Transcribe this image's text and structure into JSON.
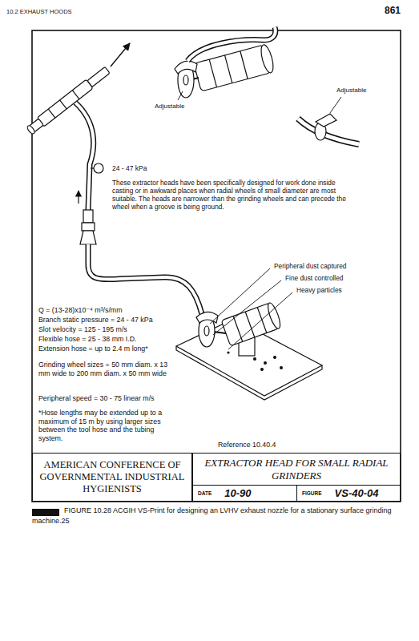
{
  "diagram": {
    "caption": "FIGURE 10.28 ACGIH VS-Print for designing an LVHV exhaust nozzle for a stationary surface grinding machine.25",
    "nodes": [
      {
        "text": [
          "AMERICAN CONFERENCE OF GOVERNMENTAL INDUSTRIAL HYGIENISTS"
        ]
      },
      {
        "text": [
          "EXTRACTOR HEAD FOR SMALL RADIAL GRINDERS"
        ]
      },
      {
        "text": [
          "DATE",
          "10-90"
        ]
      },
      {
        "text": [
          "FIGURE",
          "VS-40-04"
        ]
      }
    ],
    "labels": [
      "10.2 EXHAUST HOODS",
      "861",
      "Adjustable",
      "Adjustable",
      "24 - 47 kPa",
      "These extractor heads have been specifically designed for work done inside casting or in awkward places when radial wheels of small diameter are most suitable. The heads are narrower than the grinding wheels and can precede the wheel when a groove is being ground.",
      "Peripheral dust captured",
      "Fine dust controlled",
      "Heavy particles",
      "Q = (13-28)x10⁻⁴ m³/s/mm",
      "Branch static pressure = 24 - 47 kPa",
      "Slot velocity = 125 - 195 m/s",
      "Flexible hose = 25 - 38 mm I.D.",
      "Extension hose = up to 2.4 m long*",
      "Grinding wheel sizes = 50 mm diam. x 13 mm wide to 200 mm diam. x 50 mm wide",
      "Peripheral speed = 30 - 75 linear m/s",
      "*Hose lengths may be extended up to a maximum of 15 m by using larger sizes between the tool hose and the tubing system.",
      "Reference 10.40.4"
    ]
  }
}
